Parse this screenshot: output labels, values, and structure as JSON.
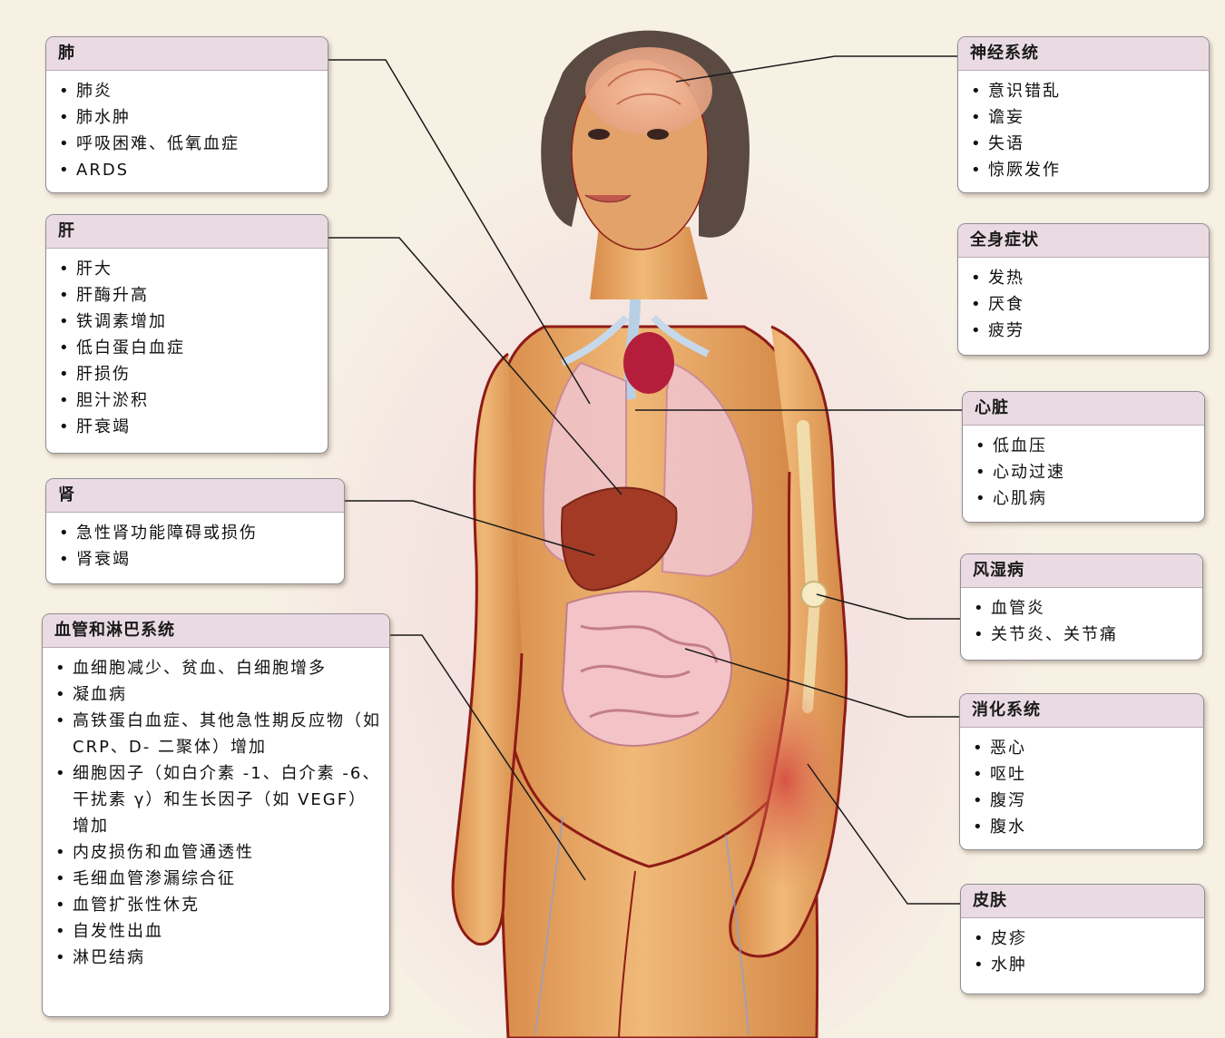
{
  "panels": {
    "lung": {
      "title": "肺",
      "items": [
        "肺炎",
        "肺水肿",
        "呼吸困难、低氧血症",
        "ARDS"
      ]
    },
    "liver": {
      "title": "肝",
      "items": [
        "肝大",
        "肝酶升高",
        "铁调素增加",
        "低白蛋白血症",
        "肝损伤",
        "胆汁淤积",
        "肝衰竭"
      ]
    },
    "kidney": {
      "title": "肾",
      "items": [
        "急性肾功能障碍或损伤",
        "肾衰竭"
      ]
    },
    "vascular": {
      "title": "血管和淋巴系统",
      "items": [
        "血细胞减少、贫血、白细胞增多",
        "凝血病",
        "高铁蛋白血症、其他急性期反应物（如 CRP、D- 二聚体）增加",
        "细胞因子（如白介素 -1、白介素 -6、干扰素 γ）和生长因子（如 VEGF）增加",
        "内皮损伤和血管通透性",
        "毛细血管渗漏综合征",
        "血管扩张性休克",
        "自发性出血",
        "淋巴结病"
      ]
    },
    "nervous": {
      "title": "神经系统",
      "items": [
        "意识错乱",
        "谵妄",
        "失语",
        "惊厥发作"
      ]
    },
    "systemic": {
      "title": "全身症状",
      "items": [
        "发热",
        "厌食",
        "疲劳"
      ]
    },
    "heart": {
      "title": "心脏",
      "items": [
        "低血压",
        "心动过速",
        "心肌病"
      ]
    },
    "rheum": {
      "title": "风湿病",
      "items": [
        "血管炎",
        "关节炎、关节痛"
      ]
    },
    "digestive": {
      "title": "消化系统",
      "items": [
        "恶心",
        "呕吐",
        "腹泻",
        "腹水"
      ]
    },
    "skin": {
      "title": "皮肤",
      "items": [
        "皮疹",
        "水肿"
      ]
    }
  },
  "colors": {
    "background": "#f7f1e4",
    "panel_header": "#eadbe3",
    "skin": "#e7a865",
    "body_outline": "#8e1b16",
    "leader_line": "#1a1a1a"
  }
}
